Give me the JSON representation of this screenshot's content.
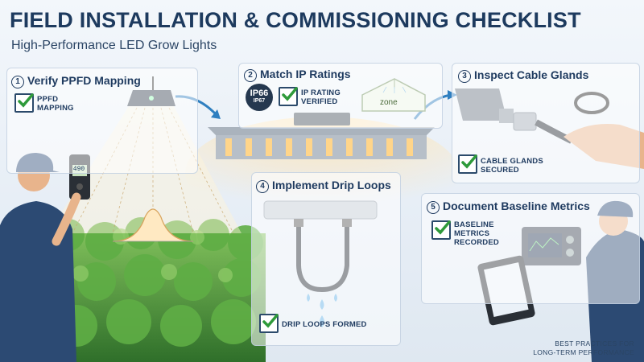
{
  "header": {
    "title": "FIELD INSTALLATION & COMMISSIONING CHECKLIST",
    "subtitle": "High-Performance LED Grow Lights"
  },
  "steps": [
    {
      "number": "1",
      "title": "Verify PPFD Mapping",
      "check_label_line1": "PPFD",
      "check_label_line2": "MAPPING"
    },
    {
      "number": "2",
      "title": "Match IP Ratings",
      "check_label_line1": "IP RATING",
      "check_label_line2": "VERIFIED",
      "badge_top": "IP66",
      "badge_bottom": "IP67",
      "zone_label": "zone"
    },
    {
      "number": "3",
      "title": "Inspect Cable Glands",
      "check_label_line1": "CABLE GLANDS",
      "check_label_line2": "SECURED"
    },
    {
      "number": "4",
      "title": "Implement Drip Loops",
      "check_label_line1": "DRIP LOOPS FORMED"
    },
    {
      "number": "5",
      "title": "Document Baseline Metrics",
      "check_label_line1": "BASELINE",
      "check_label_line2": "METRICS",
      "check_label_line3": "RECORDED"
    }
  ],
  "meter_readout": "490",
  "footer": {
    "line1": "BEST PRACTICES FOR",
    "line2": "LONG-TERM PERFORMANCE"
  },
  "colors": {
    "primary": "#1e3a5f",
    "check": "#2e9a3a",
    "light_glow": "#ffd79a",
    "plant": "#4f9a3a",
    "panel_bg": "#ffffff"
  }
}
